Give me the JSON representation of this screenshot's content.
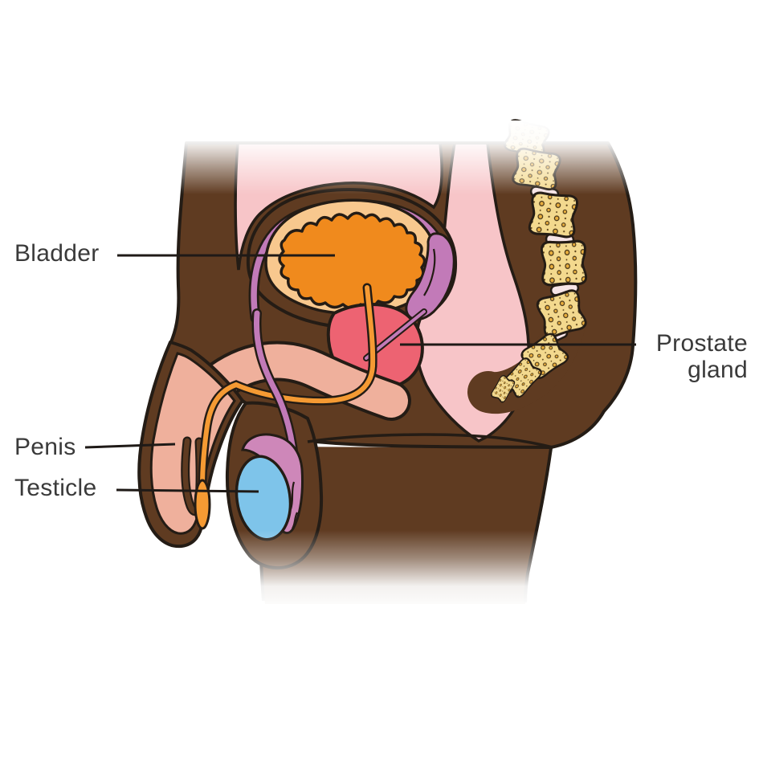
{
  "diagram": {
    "title_hint": "Male pelvic anatomy cross-section",
    "labels": {
      "bladder": "Bladder",
      "prostate_line1": "Prostate",
      "prostate_line2": "gland",
      "penis": "Penis",
      "testicle": "Testicle"
    },
    "colors": {
      "body_brown": "#5F3B21",
      "interior_pink": "#F7C5C8",
      "skin_salmon": "#EFB09C",
      "bladder_wall_tan": "#F8C88E",
      "bladder_orange": "#F08A1D",
      "urethra_orange": "#F59A33",
      "prostate_rose": "#ED6372",
      "duct_purple": "#C27AB8",
      "epididymis_mauve": "#CE87B9",
      "testicle_blue": "#7EC4EA",
      "bone_tan": "#F3D98E",
      "bone_speckle": "#E8AE3E",
      "disc_pink": "#F6E4E6",
      "outline": "#241C15",
      "label_text": "#3A3A3A",
      "background": "#FFFFFF"
    }
  }
}
